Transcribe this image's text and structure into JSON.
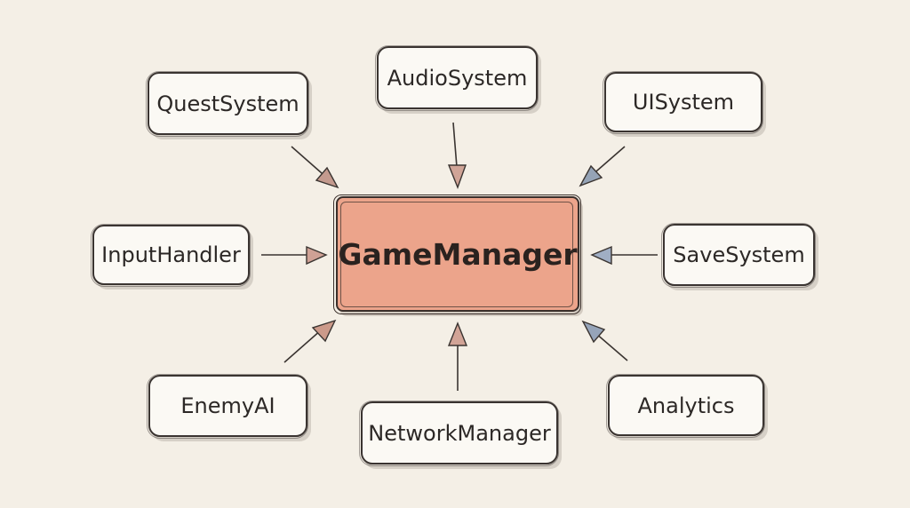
{
  "diagram": {
    "center": {
      "label": "GameManager"
    },
    "nodes": [
      {
        "id": "quest",
        "label": "QuestSystem",
        "arrow_color": "#b98d82"
      },
      {
        "id": "audio",
        "label": "AudioSystem",
        "arrow_color": "#c89a8f"
      },
      {
        "id": "ui",
        "label": "UISystem",
        "arrow_color": "#8f9cae"
      },
      {
        "id": "input",
        "label": "InputHandler",
        "arrow_color": "#c79a8e"
      },
      {
        "id": "save",
        "label": "SaveSystem",
        "arrow_color": "#98a6bd"
      },
      {
        "id": "enemy",
        "label": "EnemyAI",
        "arrow_color": "#c49383"
      },
      {
        "id": "network",
        "label": "NetworkManager",
        "arrow_color": "#c99b8f"
      },
      {
        "id": "analytics",
        "label": "Analytics",
        "arrow_color": "#8f9db2"
      }
    ]
  }
}
